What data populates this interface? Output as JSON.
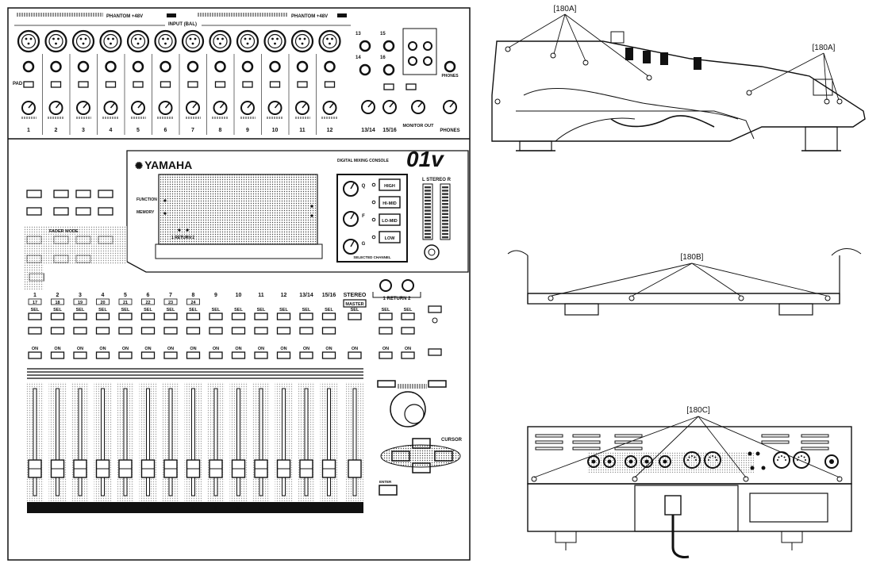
{
  "console": {
    "brand": "YAMAHA",
    "model": "01v",
    "model_tagline": "DIGITAL MIXING CONSOLE",
    "phantom_label": "PHANTOM +48V",
    "input_label": "INPUT (BAL)",
    "pad_label": "PAD",
    "top_channel_labels": [
      "1",
      "2",
      "3",
      "4",
      "5",
      "6",
      "7",
      "8",
      "9",
      "10",
      "11",
      "12"
    ],
    "stereo_input_labels": [
      "13/14",
      "15/16"
    ],
    "stereo_jack_labels": [
      "13",
      "14",
      "15",
      "16"
    ],
    "monitor_out_label": "MONITOR OUT",
    "phones_label": "PHONES",
    "function_label": "FUNCTION",
    "memory_label": "MEMORY",
    "return_label": "1 RETURN 2",
    "eq_band_labels": [
      "HIGH",
      "HI-MID",
      "LO-MID",
      "LOW"
    ],
    "eq_knob_labels": [
      "Q",
      "F",
      "G"
    ],
    "selected_channel_label": "SELECTED CHANNEL",
    "stereo_meter_label": "L STEREO R",
    "fader_mode_label": "FADER MODE",
    "strip_top_labels": [
      "1",
      "2",
      "3",
      "4",
      "5",
      "6",
      "7",
      "8",
      "9",
      "10",
      "11",
      "12",
      "13/14",
      "15/16"
    ],
    "strip_sub_labels": [
      "17",
      "18",
      "19",
      "20",
      "21",
      "22",
      "23",
      "24"
    ],
    "stereo_master_label": "STEREO",
    "master_label": "MASTER",
    "sel_label": "SEL",
    "on_label": "ON",
    "cursor_label": "CURSOR",
    "enter_label": "ENTER",
    "bottom_strip_labels": [
      "1",
      "2",
      "3",
      "4",
      "5",
      "6",
      "7",
      "8",
      "9",
      "10",
      "11",
      "12",
      "13/14",
      "15/16",
      "STEREO"
    ]
  },
  "callouts": {
    "side_view": "[180A]",
    "side_view_right": "[180A]",
    "front_view": "[180B]",
    "rear_view": "[180C]"
  }
}
